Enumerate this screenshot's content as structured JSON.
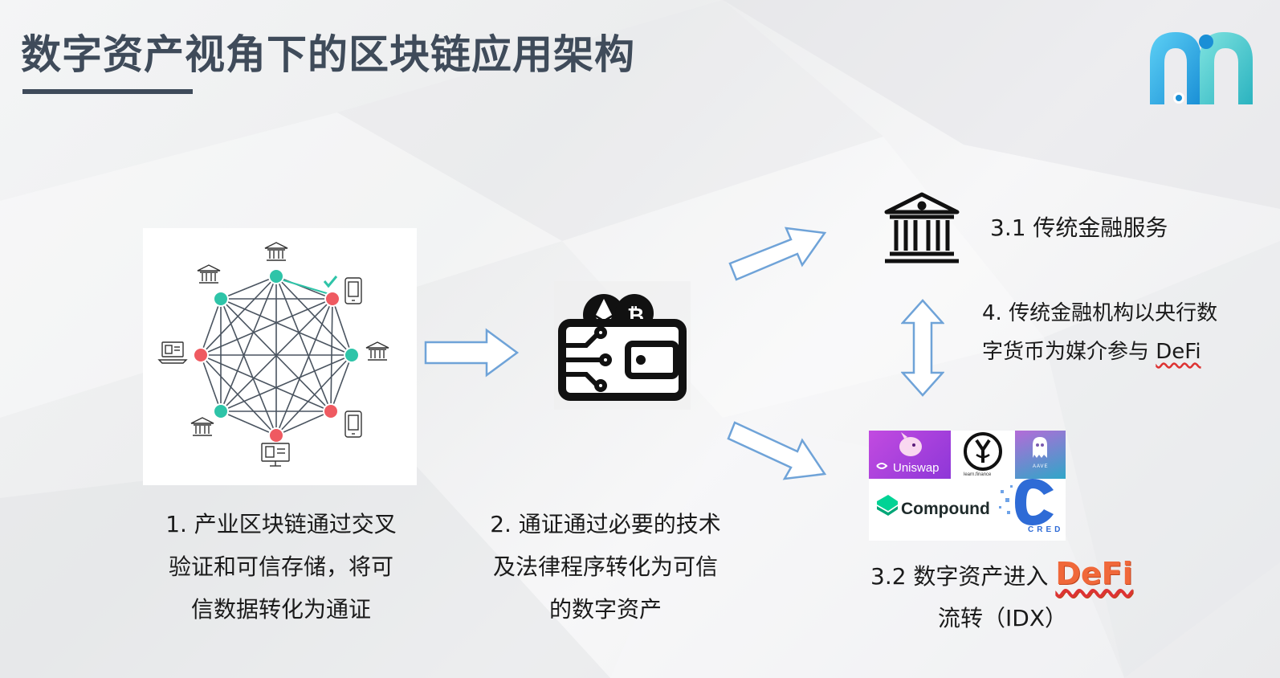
{
  "slide": {
    "title": "数字资产视角下的区块链应用架构"
  },
  "step1": {
    "lines": [
      "1. 产业区块链通过交叉",
      "验证和可信存储，将可",
      "信数据转化为通证"
    ]
  },
  "step2": {
    "lines": [
      "2. 通证通过必要的技术",
      "及法律程序转化为可信",
      "的数字资产"
    ]
  },
  "step31": {
    "label": "3.1 传统金融服务"
  },
  "step4": {
    "line1": "4. 传统金融机构以央行数",
    "line2_prefix": "字货币为媒介参与 ",
    "line2_defi": "DeFi"
  },
  "step32": {
    "prefix": "3.2 数字资产进入 ",
    "defi": "DeFi",
    "line2": "流转（IDX）"
  },
  "defi_logos": {
    "uniswap": "Uniswap",
    "yearn": "learn.finance",
    "aave": "AAVE",
    "compound": "Compound",
    "cred": "CRED"
  },
  "colors": {
    "title": "#3f4b5a",
    "node_teal": "#2ec4a8",
    "node_red": "#ef5a61",
    "arrow_stroke": "#6fa3d8",
    "defi_orange": "#f0683a"
  },
  "icons": [
    "bank-icon",
    "phone-app-icon",
    "laptop-icon",
    "monitor-icon",
    "crypto-wallet-icon",
    "double-arrow-icon",
    "logo-icon"
  ]
}
